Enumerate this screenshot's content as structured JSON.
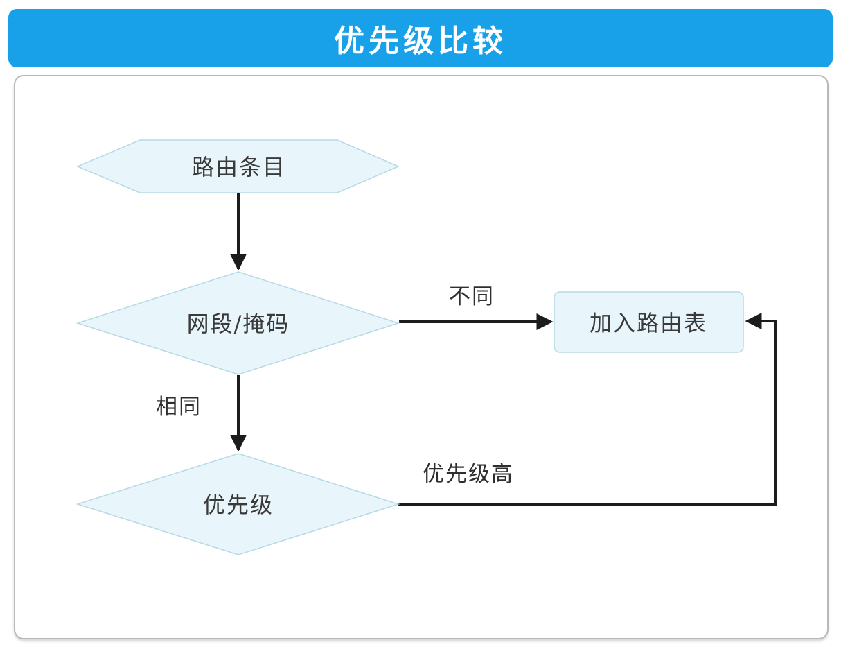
{
  "header": {
    "title": "优先级比较",
    "bg_color": "#18a0e8",
    "text_color": "#ffffff"
  },
  "flowchart": {
    "type": "flowchart",
    "nodes": [
      {
        "id": "route-entry",
        "shape": "hexagon",
        "label": "路由条目"
      },
      {
        "id": "segment-mask-check",
        "shape": "diamond",
        "label": "网段/掩码"
      },
      {
        "id": "add-to-routing-table",
        "shape": "rounded-rect",
        "label": "加入路由表"
      },
      {
        "id": "priority-check",
        "shape": "diamond",
        "label": "优先级"
      }
    ],
    "edges": [
      {
        "from": "route-entry",
        "to": "segment-mask-check",
        "label": ""
      },
      {
        "from": "segment-mask-check",
        "to": "add-to-routing-table",
        "label": "不同"
      },
      {
        "from": "segment-mask-check",
        "to": "priority-check",
        "label": "相同"
      },
      {
        "from": "priority-check",
        "to": "add-to-routing-table",
        "label": "优先级高"
      }
    ],
    "colors": {
      "node_fill": "#e8f5fb",
      "node_border": "#b7d9e5",
      "edge_line": "#1c1c1c",
      "node_text": "#3a3a3a"
    }
  }
}
